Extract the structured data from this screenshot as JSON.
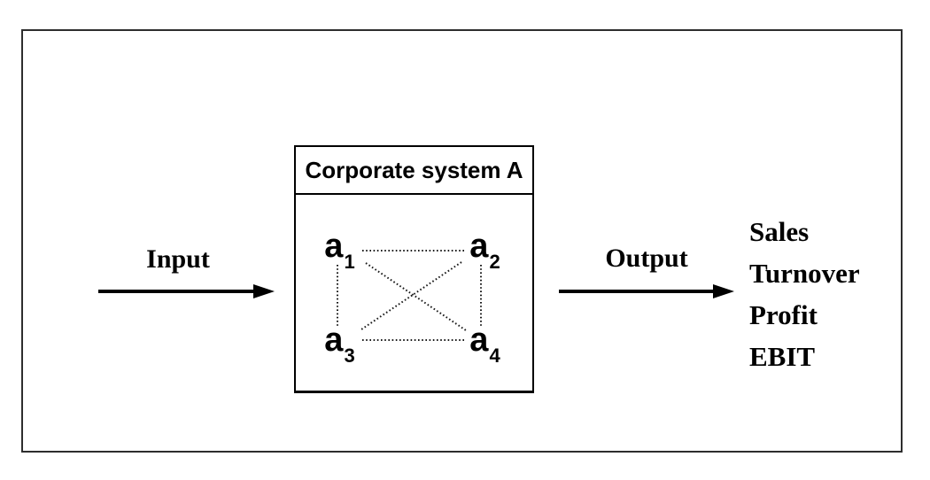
{
  "diagram": {
    "input": {
      "label": "Input"
    },
    "output": {
      "label": "Output"
    },
    "system_box": {
      "title": "Corporate system A",
      "nodes": [
        {
          "id": "a1",
          "base": "a",
          "sub": "1"
        },
        {
          "id": "a2",
          "base": "a",
          "sub": "2"
        },
        {
          "id": "a3",
          "base": "a",
          "sub": "3"
        },
        {
          "id": "a4",
          "base": "a",
          "sub": "4"
        }
      ],
      "edges": [
        [
          "a1",
          "a2"
        ],
        [
          "a1",
          "a3"
        ],
        [
          "a1",
          "a4"
        ],
        [
          "a2",
          "a3"
        ],
        [
          "a2",
          "a4"
        ],
        [
          "a3",
          "a4"
        ]
      ],
      "edge_style": "dotted"
    },
    "outputs": [
      "Sales",
      "Turnover",
      "Profit",
      "EBIT"
    ],
    "colors": {
      "ink": "#000000",
      "frame_border": "#2e2e2e",
      "background": "#ffffff"
    }
  }
}
